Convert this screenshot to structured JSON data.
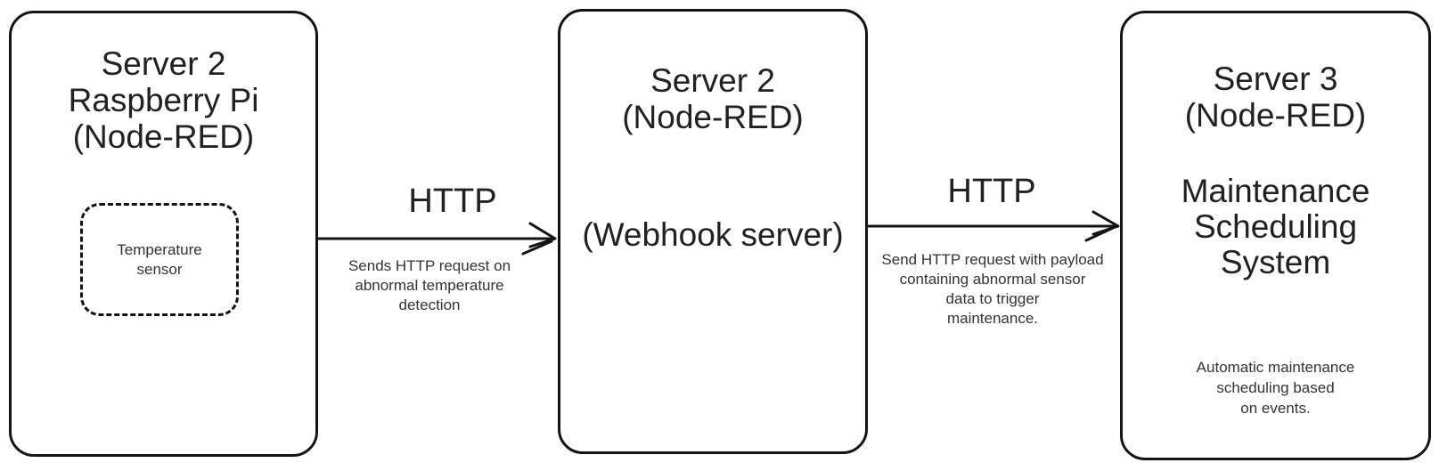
{
  "colors": {
    "background": "#ffffff",
    "stroke": "#141414",
    "title_text": "#212121",
    "note_text": "#333333"
  },
  "nodes": {
    "server2_pi": {
      "title_lines": [
        "Server 2",
        "Raspberry Pi",
        "(Node-RED)"
      ],
      "sensor": {
        "lines": [
          "Temperature",
          "sensor"
        ]
      }
    },
    "server2_webhook": {
      "title_lines": [
        "Server 2",
        "(Node-RED)"
      ],
      "subtitle": "(Webhook server)"
    },
    "server3": {
      "title_lines": [
        "Server 3",
        "(Node-RED)"
      ],
      "system_lines": [
        "Maintenance",
        "Scheduling",
        "System"
      ],
      "note_lines": [
        "Automatic maintenance",
        "scheduling based",
        "on events."
      ]
    }
  },
  "edges": {
    "edge1": {
      "protocol": "HTTP",
      "note_lines": [
        "Sends HTTP request on",
        "abnormal temperature",
        "detection"
      ]
    },
    "edge2": {
      "protocol": "HTTP",
      "note_lines": [
        "Send HTTP request with payload",
        "containing abnormal sensor",
        "data to trigger",
        "maintenance."
      ]
    }
  }
}
